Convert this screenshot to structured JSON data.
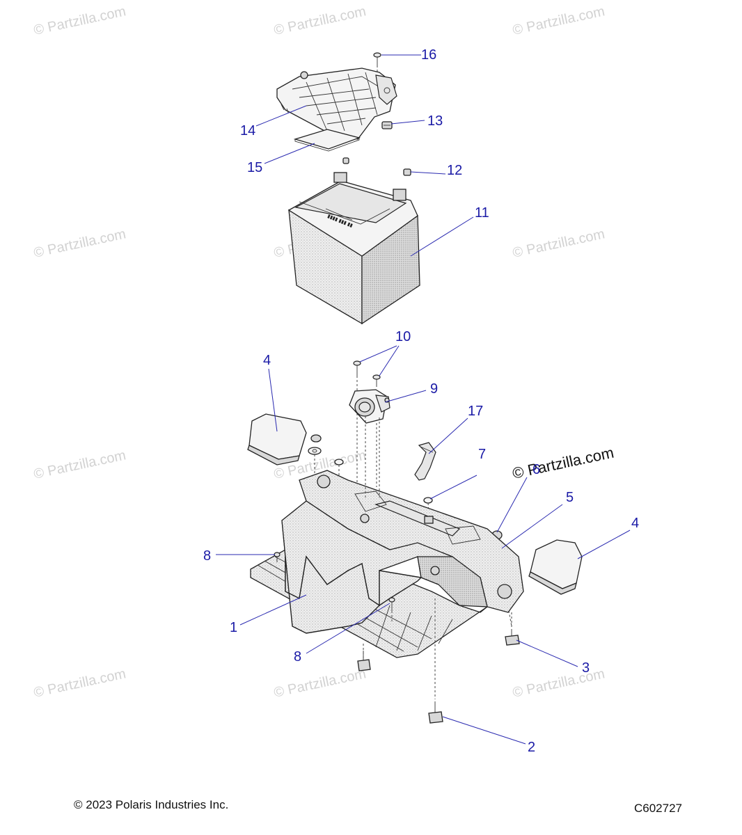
{
  "watermark": {
    "text": "© Partzilla.com"
  },
  "callouts": {
    "c1": "1",
    "c2": "2",
    "c3": "3",
    "c4a": "4",
    "c4b": "4",
    "c5": "5",
    "c6": "6",
    "c7": "7",
    "c8a": "8",
    "c8b": "8",
    "c9": "9",
    "c10": "10",
    "c11": "11",
    "c12": "12",
    "c13": "13",
    "c14": "14",
    "c15": "15",
    "c16": "16",
    "c17": "17"
  },
  "footer": {
    "copyright": "© 2023 Polaris Industries Inc.",
    "figure_id": "C602727"
  },
  "colors": {
    "callout": "#1a1aa6",
    "watermark": "#d2d2d2",
    "line": "#222222"
  }
}
